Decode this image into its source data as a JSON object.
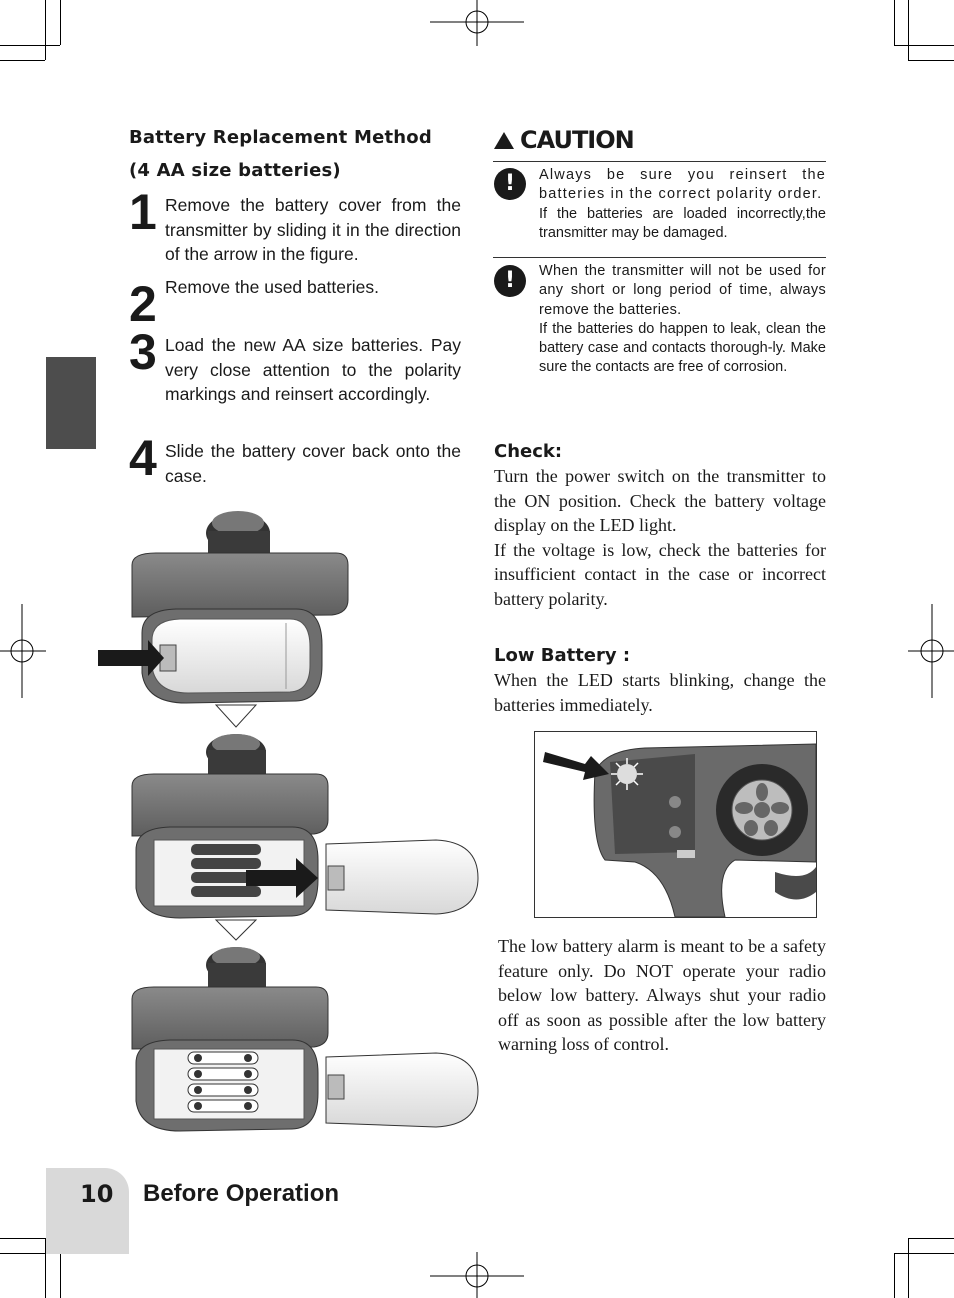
{
  "left": {
    "section_title": "Battery Replacement Method",
    "section_subtitle": "(4 AA size batteries)",
    "steps": [
      {
        "num": "1",
        "text": "Remove the battery cover from the transmitter by sliding it in the direction of the arrow in the figure."
      },
      {
        "num": "2",
        "text": "Remove the used batteries."
      },
      {
        "num": "3",
        "text": "Load the new AA size batteries. Pay very close attention to the polarity markings and reinsert accordingly."
      },
      {
        "num": "4",
        "text": "Slide the battery cover back onto the case."
      }
    ]
  },
  "caution": {
    "title": "CAUTION",
    "items": [
      {
        "icon": "!",
        "line1": "Always be sure you reinsert the batteries in the correct polarity order.",
        "line2": "If the batteries are loaded incorrectly,the transmitter may be damaged."
      },
      {
        "icon": "!",
        "line1": "When the transmitter will not be used for any short or long period of time, always remove the batteries.",
        "line2": "If the batteries do happen to leak, clean the battery case and contacts thorough-ly. Make sure the contacts are free of corrosion."
      }
    ]
  },
  "check": {
    "heading": "Check:",
    "p1": "Turn the power switch on the transmitter to the ON position. Check the battery voltage display on the LED light.",
    "p2": "If the voltage is low, check the batteries for insufficient contact in the case or incorrect battery polarity."
  },
  "low_battery": {
    "heading": "Low Battery :",
    "p1": "When the LED starts blinking, change the batteries immediately.",
    "note": "The low battery alarm is meant to be a safety feature only. Do NOT operate your radio below low battery. Always shut your radio off as soon as possible after the low battery warning loss of control."
  },
  "footer": {
    "page_number": "10",
    "title": "Before Operation"
  },
  "colors": {
    "tab_dark": "#4d4d4d",
    "tab_light": "#d9d9d9",
    "device_gray": "#777777"
  }
}
